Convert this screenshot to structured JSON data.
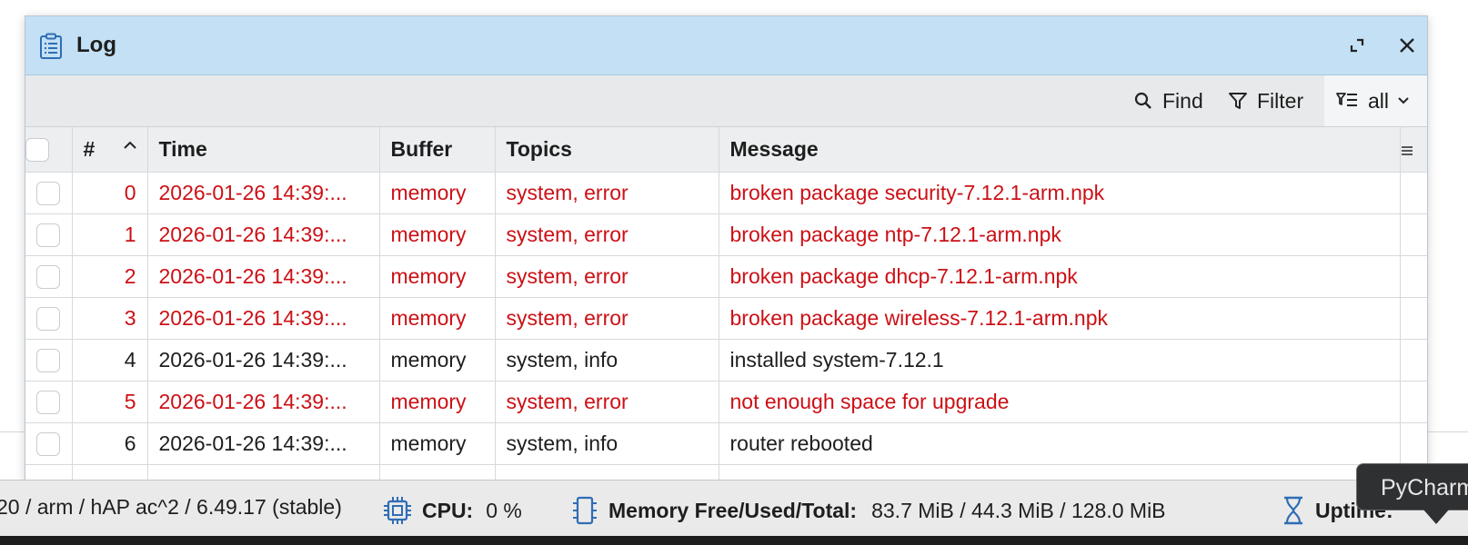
{
  "window": {
    "title": "Log",
    "icons": {
      "title": "clipboard-list-icon",
      "expand": "expand-icon",
      "close": "close-icon"
    }
  },
  "toolbar": {
    "find_label": "Find",
    "filter_label": "Filter",
    "view_selected": "all"
  },
  "table": {
    "columns": [
      "#",
      "Time",
      "Buffer",
      "Topics",
      "Message"
    ],
    "rows": [
      {
        "num": "0",
        "time": "2026-01-26 14:39:...",
        "buffer": "memory",
        "topics": "system, error",
        "message": "broken package security-7.12.1-arm.npk",
        "level": "error"
      },
      {
        "num": "1",
        "time": "2026-01-26 14:39:...",
        "buffer": "memory",
        "topics": "system, error",
        "message": "broken package ntp-7.12.1-arm.npk",
        "level": "error"
      },
      {
        "num": "2",
        "time": "2026-01-26 14:39:...",
        "buffer": "memory",
        "topics": "system, error",
        "message": "broken package dhcp-7.12.1-arm.npk",
        "level": "error"
      },
      {
        "num": "3",
        "time": "2026-01-26 14:39:...",
        "buffer": "memory",
        "topics": "system, error",
        "message": "broken package wireless-7.12.1-arm.npk",
        "level": "error"
      },
      {
        "num": "4",
        "time": "2026-01-26 14:39:...",
        "buffer": "memory",
        "topics": "system, info",
        "message": "installed system-7.12.1",
        "level": "info"
      },
      {
        "num": "5",
        "time": "2026-01-26 14:39:...",
        "buffer": "memory",
        "topics": "system, error",
        "message": "not enough space for upgrade",
        "level": "error"
      },
      {
        "num": "6",
        "time": "2026-01-26 14:39:...",
        "buffer": "memory",
        "topics": "system, info",
        "message": "router rebooted",
        "level": "info"
      }
    ]
  },
  "statusbar": {
    "version": "20 / arm / hAP ac^2 / 6.49.17 (stable)",
    "cpu_label": "CPU:",
    "cpu_value": "0 %",
    "memory_label": "Memory Free/Used/Total:",
    "memory_value": "83.7 MiB / 44.3 MiB / 128.0 MiB",
    "uptime_label": "Uptime:"
  },
  "tooltip": {
    "text": "PyCharm"
  },
  "colors": {
    "error": "#cc1016",
    "titlebar": "#c3e0f4",
    "accent": "#2f6db5"
  }
}
